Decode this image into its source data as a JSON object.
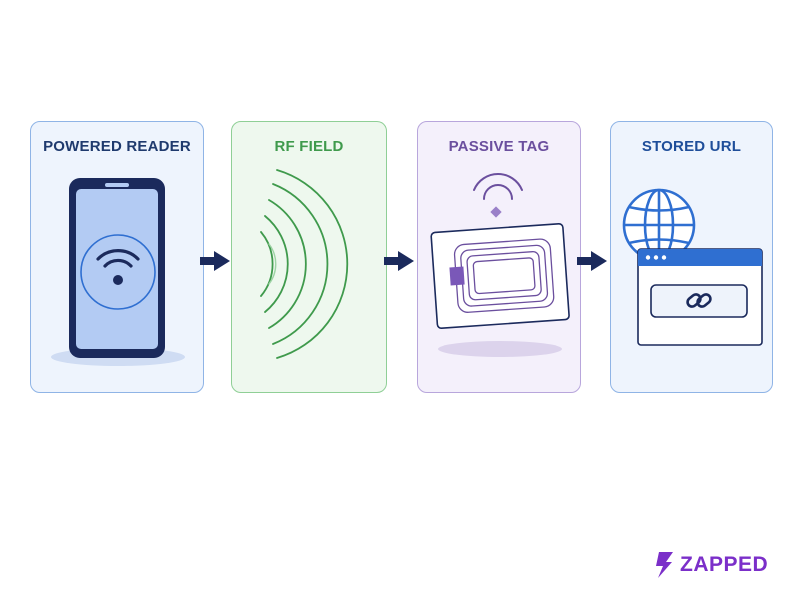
{
  "panels": {
    "reader": {
      "title": "POWERED READER"
    },
    "field": {
      "title": "RF FIELD"
    },
    "tag": {
      "title": "PASSIVE TAG"
    },
    "url": {
      "title": "STORED URL"
    }
  },
  "brand": {
    "name": "ZAPPED",
    "accent": "#7b2fc9"
  },
  "colors": {
    "navy": "#1b2a5c",
    "blue": "#2f6fd1",
    "green": "#3f9a4c",
    "purple": "#6b4f9e"
  },
  "icons": [
    "phone-icon",
    "wifi-icon",
    "rf-waves-icon",
    "nfc-card-icon",
    "globe-icon",
    "browser-window-icon",
    "link-icon",
    "bolt-icon",
    "arrow-right-icon"
  ]
}
